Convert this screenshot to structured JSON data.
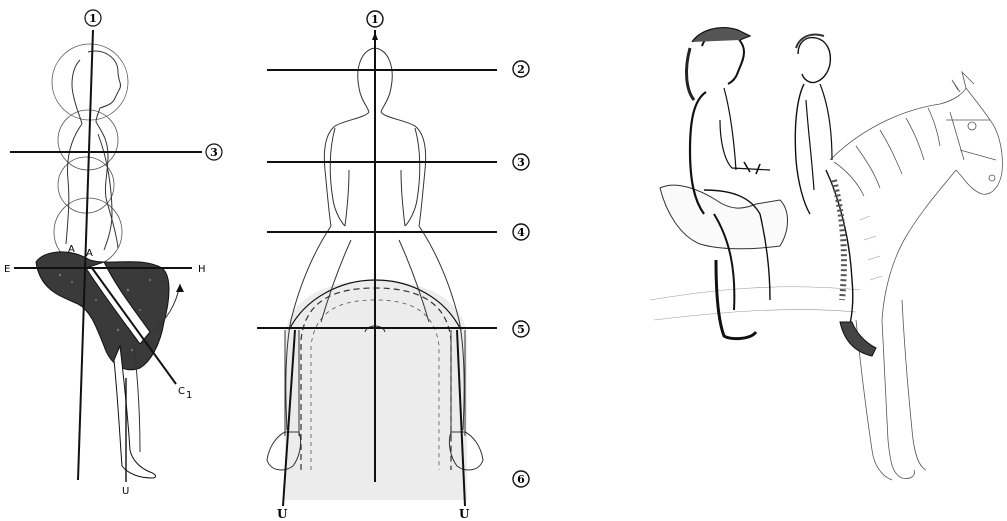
{
  "side_view": {
    "markers": [
      "1",
      "3"
    ],
    "letters": {
      "hip": "A",
      "seat": "A",
      "left_end": "E",
      "right_end": "H",
      "knee_line_end": "C",
      "knee_line_sub": "1",
      "foot_line_end": "U"
    }
  },
  "back_view": {
    "markers": [
      "1",
      "2",
      "3",
      "4",
      "5",
      "6"
    ],
    "feet_labels": [
      "U",
      "U"
    ]
  },
  "riders_sketch": {}
}
